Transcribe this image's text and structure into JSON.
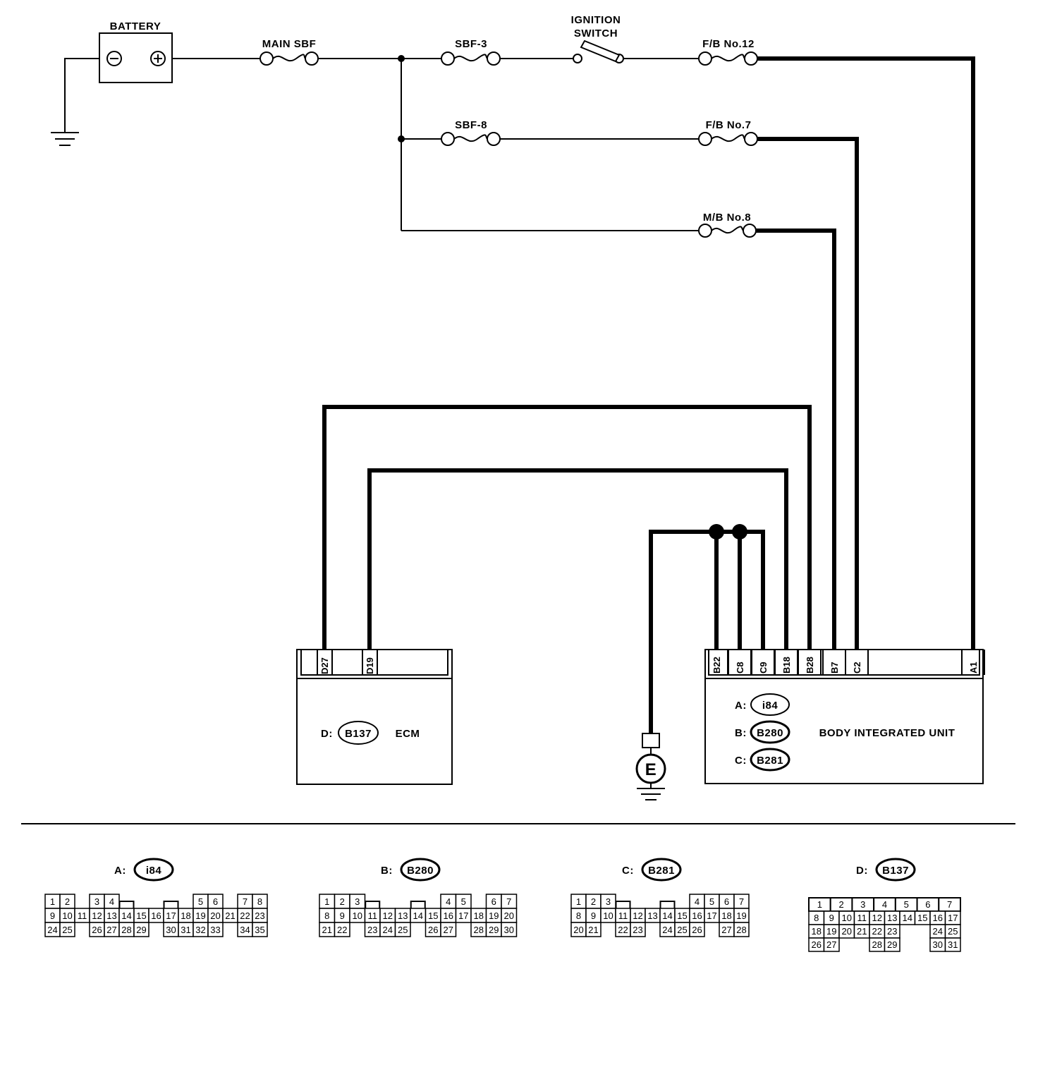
{
  "battery": {
    "label": "BATTERY",
    "neg": "⊖",
    "pos": "⊕"
  },
  "fuses": {
    "main_sbf": "MAIN SBF",
    "sbf3": "SBF-3",
    "sbf8": "SBF-8",
    "fb12": "F/B No.12",
    "fb7": "F/B No.7",
    "mb8": "M/B No.8"
  },
  "ignition": {
    "line1": "IGNITION",
    "line2": "SWITCH"
  },
  "ecm": {
    "name": "ECM",
    "connector_prefix": "D:",
    "connector_code": "B137",
    "pins": [
      "D27",
      "D19"
    ]
  },
  "biu": {
    "name": "BODY INTEGRATED UNIT",
    "pins": [
      "B22",
      "C8",
      "C9",
      "B18",
      "B28",
      "B7",
      "C2",
      "A1"
    ],
    "connectors": [
      {
        "prefix": "A:",
        "code": "i84"
      },
      {
        "prefix": "B:",
        "code": "B280"
      },
      {
        "prefix": "C:",
        "code": "B281"
      }
    ]
  },
  "ground_label": "E",
  "connector_views": [
    {
      "prefix": "A:",
      "code": "i84",
      "rows": [
        [
          "1",
          "2",
          "",
          "3",
          "4",
          "",
          "",
          "",
          "",
          "",
          "5",
          "6",
          "",
          "7",
          "8"
        ],
        [
          "9",
          "10",
          "11",
          "12",
          "13",
          "14",
          "15",
          "16",
          "17",
          "18",
          "19",
          "20",
          "21",
          "22",
          "23"
        ],
        [
          "24",
          "25",
          "",
          "26",
          "27",
          "28",
          "29",
          "",
          "30",
          "31",
          "32",
          "33",
          "",
          "34",
          "35"
        ]
      ]
    },
    {
      "prefix": "B:",
      "code": "B280",
      "rows": [
        [
          "1",
          "2",
          "3",
          "",
          "",
          "",
          "",
          "",
          "4",
          "5",
          "",
          "6",
          "7"
        ],
        [
          "8",
          "9",
          "10",
          "11",
          "12",
          "13",
          "14",
          "15",
          "16",
          "17",
          "18",
          "19",
          "20"
        ],
        [
          "21",
          "22",
          "",
          "23",
          "24",
          "25",
          "",
          "26",
          "27",
          "",
          "28",
          "29",
          "30"
        ]
      ]
    },
    {
      "prefix": "C:",
      "code": "B281",
      "rows": [
        [
          "1",
          "2",
          "3",
          "",
          "",
          "",
          "",
          "",
          "4",
          "5",
          "6",
          "7"
        ],
        [
          "8",
          "9",
          "10",
          "11",
          "12",
          "13",
          "14",
          "15",
          "16",
          "17",
          "18",
          "19"
        ],
        [
          "20",
          "21",
          "",
          "22",
          "23",
          "",
          "24",
          "25",
          "26",
          "",
          "27",
          "28"
        ]
      ]
    },
    {
      "prefix": "D:",
      "code": "B137",
      "row1": [
        "1",
        "2",
        "3",
        "4",
        "5",
        "6",
        "7"
      ],
      "rows": [
        [
          "8",
          "9",
          "10",
          "11",
          "12",
          "13",
          "14",
          "15",
          "16",
          "17"
        ],
        [
          "18",
          "19",
          "20",
          "21",
          "22",
          "23",
          "",
          "",
          "24",
          "25"
        ],
        [
          "26",
          "27",
          "",
          "",
          "28",
          "29",
          "",
          "",
          "30",
          "31"
        ]
      ]
    }
  ]
}
